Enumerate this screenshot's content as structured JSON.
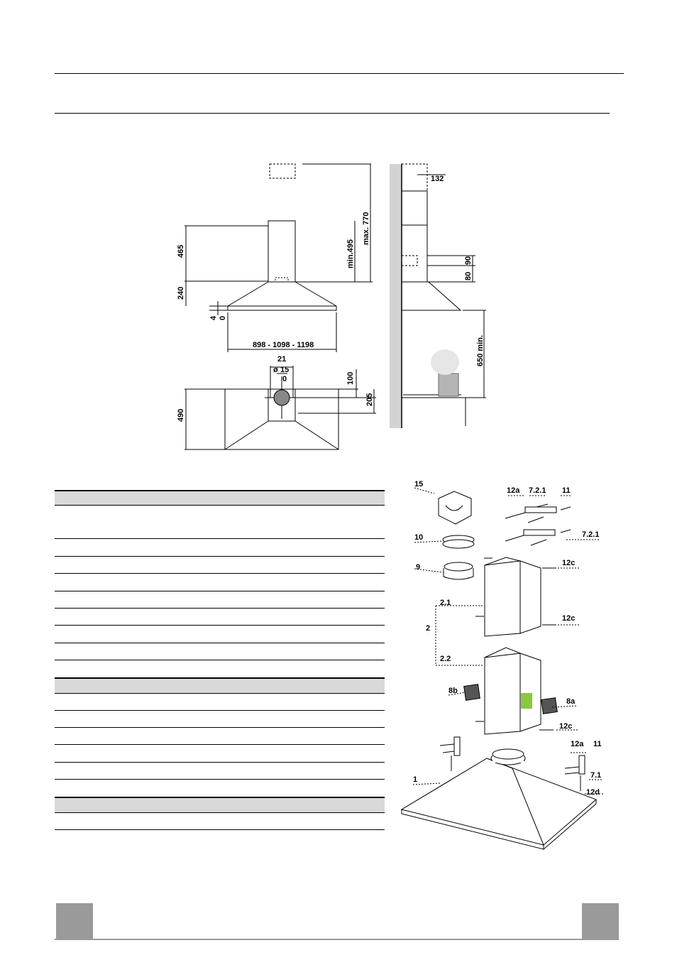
{
  "dimension_drawing": {
    "labels": {
      "d465": "465",
      "d240": "240",
      "d4": "4",
      "d0": "0",
      "width_range": "898 - 1098 - 1198",
      "min495": "min.495",
      "max770": "max. 770",
      "d21": "21",
      "d15": "15",
      "phi": "ø",
      "d0b": "0",
      "d100": "100",
      "d205": "205",
      "d490": "490",
      "d132": "132",
      "d80": "80",
      "d90": "90",
      "d650": "650 min."
    }
  },
  "exploded_view": {
    "labels": {
      "p15": "15",
      "p12a_top": "12a",
      "p721_top": "7.2.1",
      "p11_top": "11",
      "p721_mid": "7.2.1",
      "p10": "10",
      "p9": "9",
      "p12c_1": "12c",
      "p21": "2.1",
      "p2": "2",
      "p12c_2": "12c",
      "p22": "2.2",
      "p8b": "8b",
      "p8a": "8a",
      "p12c_3": "12c",
      "p12a_bot": "12a",
      "p11_bot": "11",
      "p71": "7.1",
      "p1": "1",
      "p12d": "12d"
    },
    "colors": {
      "filter_highlight": "#8dc63f"
    }
  },
  "colors": {
    "header_row": "#d9d9d9",
    "footer_box": "#9a9a9a"
  }
}
